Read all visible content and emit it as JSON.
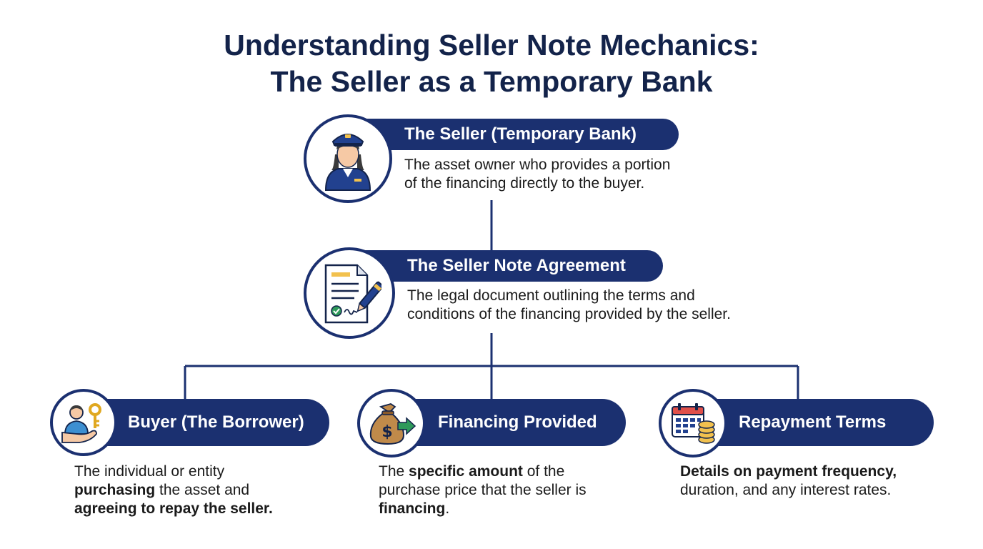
{
  "title": {
    "line1": "Understanding Seller Note Mechanics:",
    "line2": "The Seller as a Temporary Bank"
  },
  "colors": {
    "navy": "#1b3070",
    "title": "#13234a",
    "line": "#1b3070"
  },
  "nodes": {
    "seller": {
      "icon": "seller-person-icon",
      "label": "The Seller (Temporary Bank)",
      "desc1": "The asset owner who provides a portion",
      "desc2": "of the financing directly to the buyer."
    },
    "agreement": {
      "icon": "signed-document-icon",
      "label": "The Seller Note Agreement",
      "desc1": "The legal document outlining the terms and",
      "desc2": "conditions of the financing provided by the seller."
    },
    "buyer": {
      "icon": "buyer-key-icon",
      "label": "Buyer (The Borrower)",
      "d1": "The individual or entity",
      "d2b": "purchasing",
      "d2": " the asset and",
      "d3b": "agreeing to repay the seller."
    },
    "financing": {
      "icon": "money-bag-icon",
      "label": "Financing Provided",
      "d1a": "The ",
      "d1b": "specific amount",
      "d1c": " of the",
      "d2": "purchase price that the seller is",
      "d3b": "financing",
      "d3": "."
    },
    "repayment": {
      "icon": "calendar-coins-icon",
      "label": "Repayment Terms",
      "d1b": "Details on payment frequency,",
      "d2": "duration, and any interest rates."
    }
  }
}
